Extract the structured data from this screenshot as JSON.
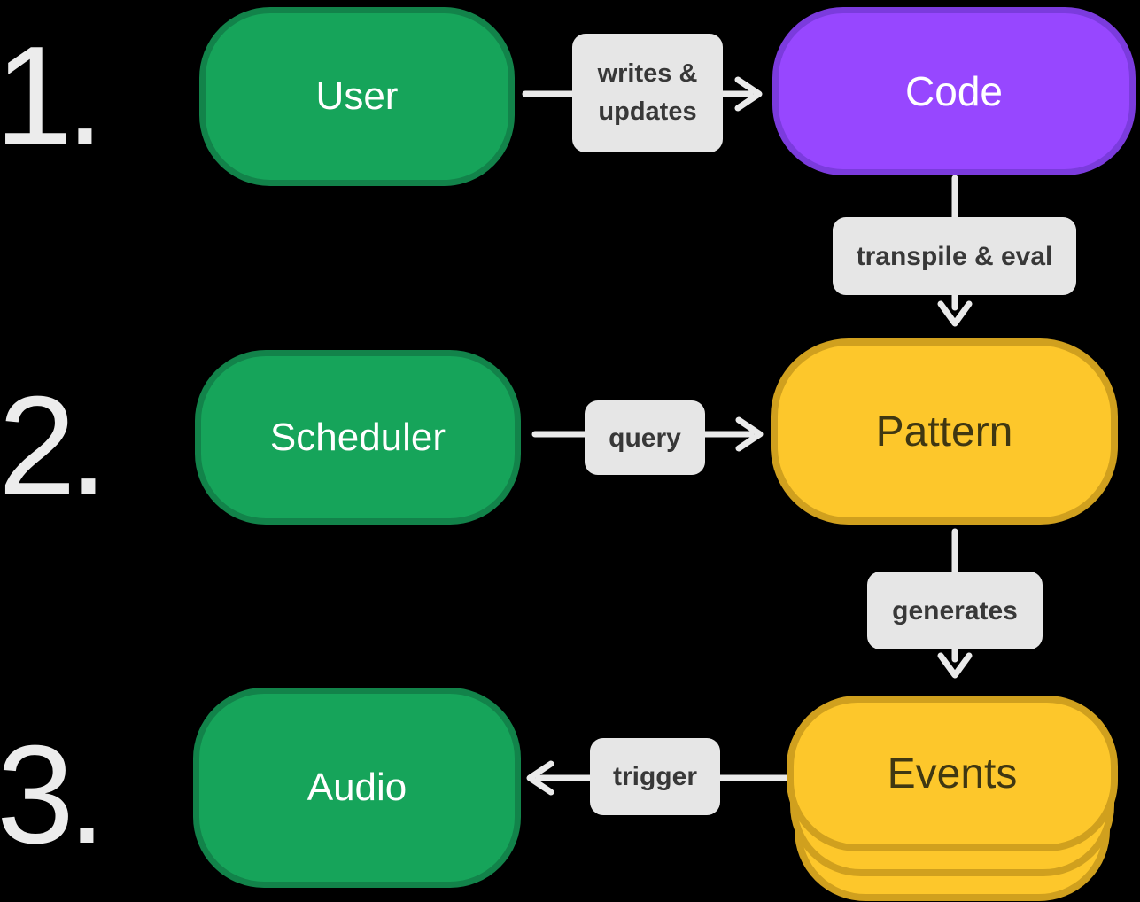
{
  "steps": [
    {
      "number": "1."
    },
    {
      "number": "2."
    },
    {
      "number": "3."
    }
  ],
  "nodes": {
    "user": {
      "label": "User"
    },
    "code": {
      "label": "Code"
    },
    "scheduler": {
      "label": "Scheduler"
    },
    "pattern": {
      "label": "Pattern"
    },
    "audio": {
      "label": "Audio"
    },
    "events": {
      "label": "Events"
    }
  },
  "edges": {
    "user_code": {
      "from": "User",
      "to": "Code",
      "label": "writes & updates"
    },
    "code_pattern": {
      "from": "Code",
      "to": "Pattern",
      "label": "transpile & eval"
    },
    "scheduler_pattern": {
      "from": "Scheduler",
      "to": "Pattern",
      "label": "query"
    },
    "pattern_events": {
      "from": "Pattern",
      "to": "Events",
      "label": "generates"
    },
    "events_audio": {
      "from": "Events",
      "to": "Audio",
      "label": "trigger"
    }
  },
  "colors": {
    "background": "#000000",
    "green_fill": "#16a45a",
    "green_border": "#12834a",
    "purple_fill": "#9747ff",
    "purple_border": "#7b3bdd",
    "yellow_fill": "#fdc72b",
    "yellow_border": "#d0a01e",
    "edge_label_bg": "#e6e6e6",
    "edge_label_text": "#383838",
    "arrow": "#eaeaea",
    "step_number": "#ececec",
    "node_text_light": "#ffffff",
    "node_text_dark": "#3f3712"
  }
}
